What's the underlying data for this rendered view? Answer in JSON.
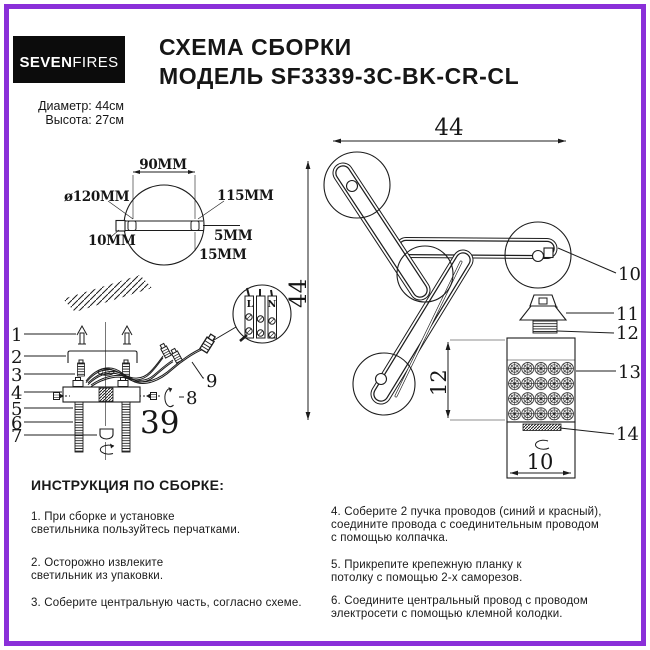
{
  "brand": {
    "bold": "SEVEN",
    "light": "FIRES"
  },
  "header": {
    "title_line1": "СХЕМА СБОРКИ",
    "title_line2": "МОДЕЛЬ SF3339-3C-BK-CR-CL",
    "diameter": "Диаметр: 44см",
    "height": "Высота: 27см"
  },
  "colors": {
    "accent": "#8A2FD9",
    "ink": "#1c1c1c"
  },
  "mounting_plate_drawing": {
    "dim_span": "90MM",
    "dim_diameter": "ø120MM",
    "dim_offset": "115MM",
    "dim_tab": "10MM",
    "dim_edge": "5MM",
    "dim_slot": "15MM"
  },
  "top_view": {
    "dim_width": "44",
    "dim_depth": "44"
  },
  "shade_detail": {
    "dim_height": "12",
    "dim_width": "10"
  },
  "wiring_detail": {
    "terminal_live": "L",
    "terminal_neutral": "N"
  },
  "sheet_number": "39",
  "part_labels": [
    "1",
    "2",
    "3",
    "4",
    "5",
    "6",
    "7",
    "8",
    "9",
    "10",
    "11",
    "12",
    "13",
    "14"
  ],
  "instructions": {
    "heading": "ИНСТРУКЦИЯ ПО СБОРКЕ:",
    "items": [
      "1. При сборке и установке\nсветильника пользуйтесь перчатками.",
      "2. Осторожно извлеките\nсветильник из упаковки.",
      "3. Соберите центральную часть, согласно схеме.",
      "4. Соберите 2 пучка проводов (синий и красный),\nсоедините провода с соединительным проводом\nс помощью колпачка.",
      "5. Прикрепите крепежную планку к\nпотолку с помощью 2-х саморезов.",
      "6. Соедините центральный провод с проводом\nэлектросети с помощью клемной колодки."
    ]
  }
}
